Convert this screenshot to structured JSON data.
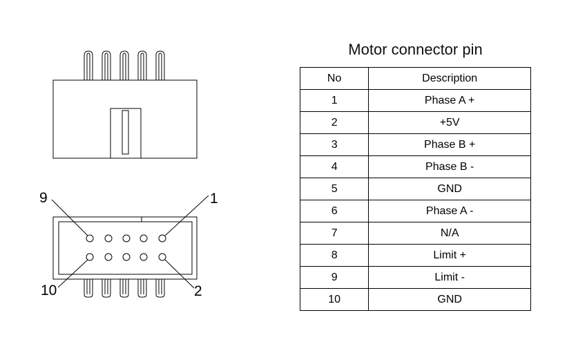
{
  "table": {
    "title": "Motor connector pin",
    "headers": {
      "no": "No",
      "description": "Description"
    },
    "rows": [
      {
        "no": "1",
        "description": "Phase A +"
      },
      {
        "no": "2",
        "description": "+5V"
      },
      {
        "no": "3",
        "description": "Phase B +"
      },
      {
        "no": "4",
        "description": "Phase B -"
      },
      {
        "no": "5",
        "description": "GND"
      },
      {
        "no": "6",
        "description": "Phase A -"
      },
      {
        "no": "7",
        "description": "N/A"
      },
      {
        "no": "8",
        "description": "Limit +"
      },
      {
        "no": "9",
        "description": "Limit -"
      },
      {
        "no": "10",
        "description": "GND"
      }
    ]
  },
  "diagram": {
    "pin_labels": {
      "top_left": "9",
      "top_right": "1",
      "bottom_left": "10",
      "bottom_right": "2"
    }
  }
}
